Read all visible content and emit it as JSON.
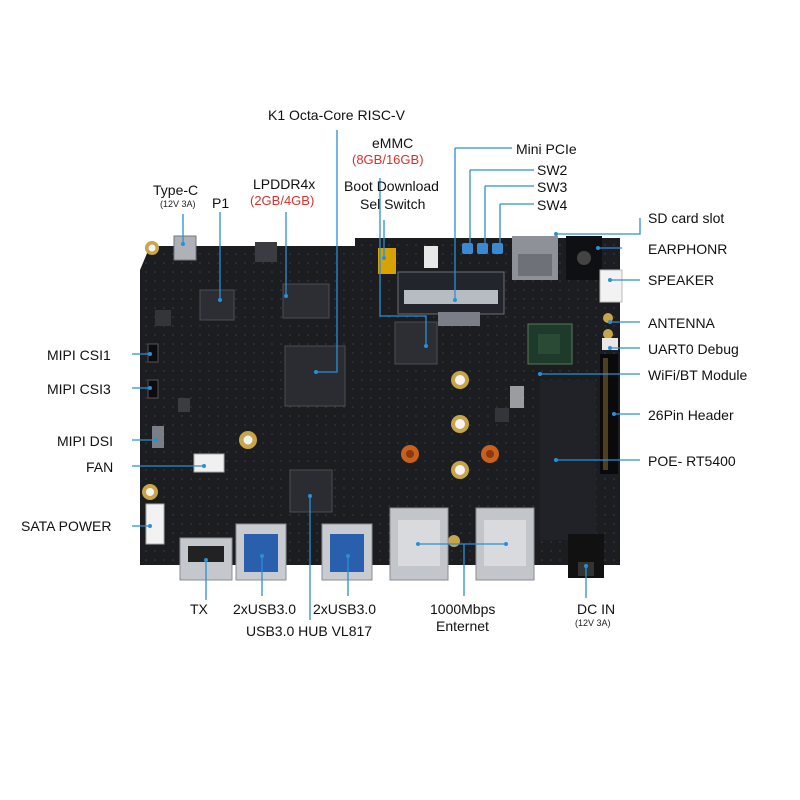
{
  "colors": {
    "board": "#1b1d21",
    "leader": "#2b8fd6",
    "highlight": "#d9302c",
    "text": "#111111"
  },
  "labels": {
    "soc": "K1 Octa-Core RISC-V",
    "emmc": "eMMC",
    "emmc_size": "(8GB/16GB)",
    "mini_pcie": "Mini PCIe",
    "sw2": "SW2",
    "sw3": "SW3",
    "sw4": "SW4",
    "type_c": "Type-C",
    "type_c_spec": "(12V 3A)",
    "p1": "P1",
    "lpddr": "LPDDR4x",
    "lpddr_size": "(2GB/4GB)",
    "boot_line1": "Boot Download",
    "boot_line2": "Sel Switch",
    "sd_card": "SD card slot",
    "earphone": "EARPHONR",
    "speaker": "SPEAKER",
    "antenna": "ANTENNA",
    "uart": "UART0 Debug",
    "wifi": "WiFi/BT Module",
    "header26": "26Pin Header",
    "poe": "POE- RT5400",
    "mipi_csi1": "MIPI CSI1",
    "mipi_csi3": "MIPI CSI3",
    "mipi_dsi": "MIPI DSI",
    "fan": "FAN",
    "sata_power": "SATA POWER",
    "tx": "TX",
    "usb_a": "2xUSB3.0",
    "usb_b": "2xUSB3.0",
    "usb_hub": "USB3.0 HUB VL817",
    "ethernet_line1": "1000Mbps",
    "ethernet_line2": "Enternet",
    "dc_in": "DC IN",
    "dc_in_spec": "(12V 3A)"
  }
}
